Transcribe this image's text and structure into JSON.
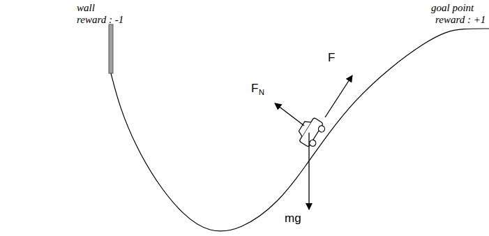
{
  "diagram": {
    "labels": [
      "wall",
      "reward : -1",
      "goal point",
      "reward : +1",
      "F",
      "F",
      "N",
      "mg"
    ]
  }
}
